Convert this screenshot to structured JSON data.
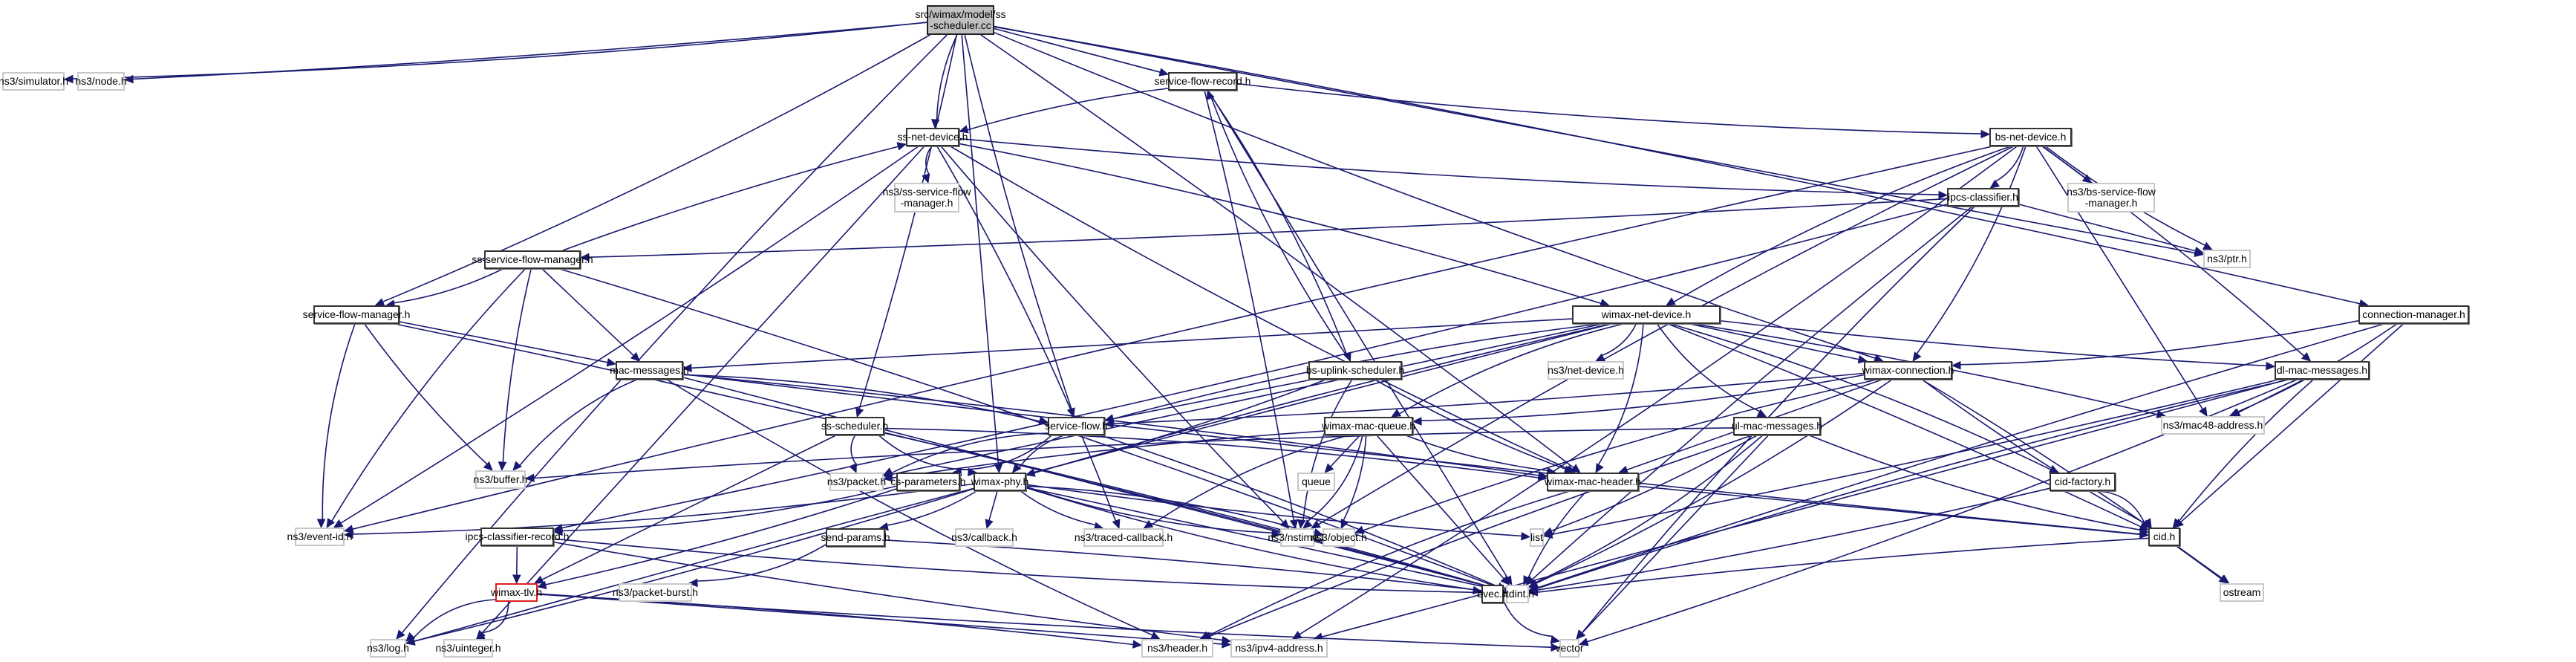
{
  "title": "src/wimax/model/ss-scheduler.cc include dependency graph",
  "colors": {
    "edge": "#191970",
    "root_fill": "#bfbfbf",
    "internal_border": "#333333",
    "external_border": "#c8c8c8",
    "highlight_border": "#e02020"
  },
  "nodes": [
    {
      "id": "root",
      "label": "src/wimax/model/ss\n-scheduler.cc",
      "kind": "root"
    },
    {
      "id": "simulator",
      "label": "ns3/simulator.h",
      "kind": "external"
    },
    {
      "id": "node",
      "label": "ns3/node.h",
      "kind": "external"
    },
    {
      "id": "sfr",
      "label": "service-flow-record.h",
      "kind": "internal"
    },
    {
      "id": "ssnd",
      "label": "ss-net-device.h",
      "kind": "internal"
    },
    {
      "id": "sssfm_ext",
      "label": "ns3/ss-service-flow\n-manager.h",
      "kind": "external"
    },
    {
      "id": "bsnd",
      "label": "bs-net-device.h",
      "kind": "internal"
    },
    {
      "id": "ipcs",
      "label": "ipcs-classifier.h",
      "kind": "internal"
    },
    {
      "id": "bssfm_ext",
      "label": "ns3/bs-service-flow\n-manager.h",
      "kind": "external"
    },
    {
      "id": "ptr",
      "label": "ns3/ptr.h",
      "kind": "external"
    },
    {
      "id": "sssfm",
      "label": "ss-service-flow-manager.h",
      "kind": "internal"
    },
    {
      "id": "sfm",
      "label": "service-flow-manager.h",
      "kind": "internal"
    },
    {
      "id": "wnd",
      "label": "wimax-net-device.h",
      "kind": "internal"
    },
    {
      "id": "connmgr",
      "label": "connection-manager.h",
      "kind": "internal"
    },
    {
      "id": "macmsg",
      "label": "mac-messages.h",
      "kind": "internal"
    },
    {
      "id": "bsul",
      "label": "bs-uplink-scheduler.h",
      "kind": "internal"
    },
    {
      "id": "netdev",
      "label": "ns3/net-device.h",
      "kind": "external"
    },
    {
      "id": "wconn",
      "label": "wimax-connection.h",
      "kind": "internal"
    },
    {
      "id": "dlmac",
      "label": "dl-mac-messages.h",
      "kind": "internal"
    },
    {
      "id": "mac48",
      "label": "ns3/mac48-address.h",
      "kind": "external"
    },
    {
      "id": "sssched",
      "label": "ss-scheduler.h",
      "kind": "internal"
    },
    {
      "id": "sflow",
      "label": "service-flow.h",
      "kind": "internal"
    },
    {
      "id": "wmq",
      "label": "wimax-mac-queue.h",
      "kind": "internal"
    },
    {
      "id": "ulmac",
      "label": "ul-mac-messages.h",
      "kind": "internal"
    },
    {
      "id": "buffer",
      "label": "ns3/buffer.h",
      "kind": "external"
    },
    {
      "id": "packet",
      "label": "ns3/packet.h",
      "kind": "external"
    },
    {
      "id": "csparam",
      "label": "cs-parameters.h",
      "kind": "internal"
    },
    {
      "id": "wphy",
      "label": "wimax-phy.h",
      "kind": "internal"
    },
    {
      "id": "queue",
      "label": "queue",
      "kind": "external"
    },
    {
      "id": "wmh",
      "label": "wimax-mac-header.h",
      "kind": "internal"
    },
    {
      "id": "cidfac",
      "label": "cid-factory.h",
      "kind": "internal"
    },
    {
      "id": "eventid",
      "label": "ns3/event-id.h",
      "kind": "external"
    },
    {
      "id": "ipcsrec",
      "label": "ipcs-classifier-record.h",
      "kind": "internal"
    },
    {
      "id": "sendp",
      "label": "send-params.h",
      "kind": "internal"
    },
    {
      "id": "callback",
      "label": "ns3/callback.h",
      "kind": "external"
    },
    {
      "id": "traced",
      "label": "ns3/traced-callback.h",
      "kind": "external"
    },
    {
      "id": "nstime",
      "label": "ns3/nstime.h",
      "kind": "external"
    },
    {
      "id": "object",
      "label": "ns3/object.h",
      "kind": "external"
    },
    {
      "id": "list",
      "label": "list",
      "kind": "external"
    },
    {
      "id": "cid",
      "label": "cid.h",
      "kind": "internal"
    },
    {
      "id": "wtlv",
      "label": "wimax-tlv.h",
      "kind": "highlight"
    },
    {
      "id": "pburst",
      "label": "ns3/packet-burst.h",
      "kind": "external"
    },
    {
      "id": "stdint",
      "label": "stdint.h",
      "kind": "external"
    },
    {
      "id": "bvec",
      "label": "bvec.h",
      "kind": "internal"
    },
    {
      "id": "ostream",
      "label": "ostream",
      "kind": "external"
    },
    {
      "id": "log",
      "label": "ns3/log.h",
      "kind": "external"
    },
    {
      "id": "uinteger",
      "label": "ns3/uinteger.h",
      "kind": "external"
    },
    {
      "id": "header",
      "label": "ns3/header.h",
      "kind": "external"
    },
    {
      "id": "ipv4",
      "label": "ns3/ipv4-address.h",
      "kind": "external"
    },
    {
      "id": "vector",
      "label": "vector",
      "kind": "external"
    }
  ],
  "edges": [
    [
      "root",
      "simulator"
    ],
    [
      "root",
      "node"
    ],
    [
      "root",
      "sfr"
    ],
    [
      "root",
      "ssnd"
    ],
    [
      "root",
      "log"
    ],
    [
      "root",
      "sfm"
    ],
    [
      "root",
      "sssched"
    ],
    [
      "root",
      "wphy"
    ],
    [
      "root",
      "sflow"
    ],
    [
      "root",
      "wconn"
    ],
    [
      "root",
      "connmgr"
    ],
    [
      "root",
      "wmh"
    ],
    [
      "root",
      "ptr"
    ],
    [
      "sfr",
      "ssnd"
    ],
    [
      "sfr",
      "bsnd"
    ],
    [
      "sfr",
      "bsul"
    ],
    [
      "sfr",
      "nstime"
    ],
    [
      "sfr",
      "stdint"
    ],
    [
      "ssnd",
      "sssfm_ext"
    ],
    [
      "ssnd",
      "ipcs"
    ],
    [
      "ssnd",
      "wnd"
    ],
    [
      "ssnd",
      "eventid"
    ],
    [
      "ssnd",
      "uinteger"
    ],
    [
      "ssnd",
      "nstime"
    ],
    [
      "ssnd",
      "wmh"
    ],
    [
      "ssnd",
      "traced"
    ],
    [
      "bsnd",
      "ipcs"
    ],
    [
      "bsnd",
      "bssfm_ext"
    ],
    [
      "bsnd",
      "ptr"
    ],
    [
      "bsnd",
      "wnd"
    ],
    [
      "bsnd",
      "wconn"
    ],
    [
      "bsnd",
      "dlmac"
    ],
    [
      "bsnd",
      "mac48"
    ],
    [
      "bsnd",
      "eventid"
    ],
    [
      "bsnd",
      "nstime"
    ],
    [
      "bsnd",
      "ipv4"
    ],
    [
      "ipcs",
      "sssfm"
    ],
    [
      "ipcs",
      "ptr"
    ],
    [
      "ipcs",
      "stdint"
    ],
    [
      "ipcs",
      "vector"
    ],
    [
      "ipcs",
      "ipcsrec"
    ],
    [
      "sssfm",
      "sfm"
    ],
    [
      "sssfm",
      "macmsg"
    ],
    [
      "sssfm",
      "buffer"
    ],
    [
      "sssfm",
      "eventid"
    ],
    [
      "sssfm",
      "stdint"
    ],
    [
      "sssfm",
      "ssnd"
    ],
    [
      "sfm",
      "macmsg"
    ],
    [
      "sfm",
      "buffer"
    ],
    [
      "sfm",
      "eventid"
    ],
    [
      "sfm",
      "stdint"
    ],
    [
      "wnd",
      "netdev"
    ],
    [
      "wnd",
      "wconn"
    ],
    [
      "wnd",
      "dlmac"
    ],
    [
      "wnd",
      "ulmac"
    ],
    [
      "wnd",
      "wmh"
    ],
    [
      "wnd",
      "mac48"
    ],
    [
      "wnd",
      "macmsg"
    ],
    [
      "wnd",
      "wphy"
    ],
    [
      "wnd",
      "wmq"
    ],
    [
      "wnd",
      "cidfac"
    ],
    [
      "wnd",
      "cid"
    ],
    [
      "wnd",
      "packet"
    ],
    [
      "wnd",
      "log"
    ],
    [
      "wnd",
      "sflow"
    ],
    [
      "connmgr",
      "wconn"
    ],
    [
      "connmgr",
      "mac48"
    ],
    [
      "connmgr",
      "cid"
    ],
    [
      "connmgr",
      "stdint"
    ],
    [
      "macmsg",
      "buffer"
    ],
    [
      "macmsg",
      "sflow"
    ],
    [
      "macmsg",
      "wmh"
    ],
    [
      "macmsg",
      "stdint"
    ],
    [
      "macmsg",
      "cid"
    ],
    [
      "macmsg",
      "header"
    ],
    [
      "bsul",
      "sfr"
    ],
    [
      "bsul",
      "wphy"
    ],
    [
      "bsul",
      "sflow"
    ],
    [
      "bsul",
      "wmh"
    ],
    [
      "bsul",
      "nstime"
    ],
    [
      "wconn",
      "wmq"
    ],
    [
      "wconn",
      "sflow"
    ],
    [
      "wconn",
      "wmh"
    ],
    [
      "wconn",
      "cid"
    ],
    [
      "wconn",
      "object"
    ],
    [
      "wconn",
      "stdint"
    ],
    [
      "wconn",
      "ostream"
    ],
    [
      "dlmac",
      "mac48"
    ],
    [
      "dlmac",
      "cid"
    ],
    [
      "dlmac",
      "stdint"
    ],
    [
      "dlmac",
      "vector"
    ],
    [
      "dlmac",
      "list"
    ],
    [
      "dlmac",
      "ipv4"
    ],
    [
      "sssched",
      "packet"
    ],
    [
      "sssched",
      "wphy"
    ],
    [
      "sssched",
      "wmh"
    ],
    [
      "sssched",
      "stdint"
    ],
    [
      "sssched",
      "wtlv"
    ],
    [
      "sflow",
      "wphy"
    ],
    [
      "sflow",
      "packet"
    ],
    [
      "sflow",
      "csparam"
    ],
    [
      "sflow",
      "stdint"
    ],
    [
      "wmq",
      "queue"
    ],
    [
      "wmq",
      "wmh"
    ],
    [
      "wmq",
      "traced"
    ],
    [
      "wmq",
      "nstime"
    ],
    [
      "wmq",
      "object"
    ],
    [
      "wmq",
      "stdint"
    ],
    [
      "wmq",
      "packet"
    ],
    [
      "ulmac",
      "cid"
    ],
    [
      "ulmac",
      "stdint"
    ],
    [
      "ulmac",
      "list"
    ],
    [
      "ulmac",
      "vector"
    ],
    [
      "ulmac",
      "header"
    ],
    [
      "ulmac",
      "buffer"
    ],
    [
      "csparam",
      "ipcsrec"
    ],
    [
      "csparam",
      "wtlv"
    ],
    [
      "wphy",
      "callback"
    ],
    [
      "wphy",
      "traced"
    ],
    [
      "wphy",
      "nstime"
    ],
    [
      "wphy",
      "object"
    ],
    [
      "wphy",
      "sendp"
    ],
    [
      "wphy",
      "stdint"
    ],
    [
      "wphy",
      "list"
    ],
    [
      "wphy",
      "bvec"
    ],
    [
      "wphy",
      "eventid"
    ],
    [
      "wphy",
      "log"
    ],
    [
      "wmh",
      "cid"
    ],
    [
      "wmh",
      "stdint"
    ],
    [
      "wmh",
      "header"
    ],
    [
      "cidfac",
      "cid"
    ],
    [
      "cidfac",
      "stdint"
    ],
    [
      "ipcsrec",
      "wtlv"
    ],
    [
      "ipcsrec",
      "ipv4"
    ],
    [
      "ipcsrec",
      "stdint"
    ],
    [
      "sendp",
      "pburst"
    ],
    [
      "sendp",
      "stdint"
    ],
    [
      "cid",
      "ostream"
    ],
    [
      "cid",
      "stdint"
    ],
    [
      "wtlv",
      "log"
    ],
    [
      "wtlv",
      "uinteger"
    ],
    [
      "wtlv",
      "header"
    ],
    [
      "wtlv",
      "ipv4"
    ],
    [
      "wtlv",
      "vector"
    ],
    [
      "bvec",
      "vector"
    ]
  ]
}
